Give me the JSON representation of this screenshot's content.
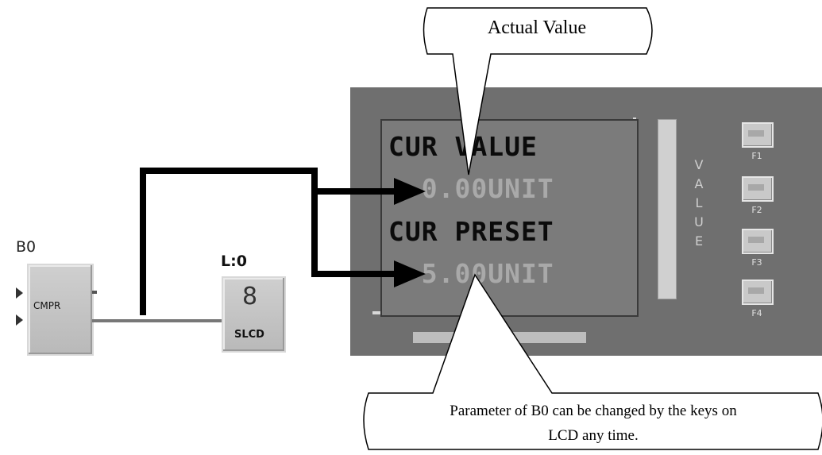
{
  "callouts": {
    "top": "Actual Value",
    "bottom_line1": "Parameter of B0 can be changed by the keys on",
    "bottom_line2": "LCD any time."
  },
  "blocks": {
    "b0": {
      "label": "B0",
      "function": "CMPR"
    },
    "l0": {
      "label": "L:0",
      "digit": "8",
      "function": "SLCD"
    }
  },
  "lcd": {
    "line1": "CUR VALUE",
    "line2": "  0.00UNIT",
    "line3": "CUR PRESET",
    "line4": "  5.00UNIT"
  },
  "side_label": [
    "V",
    "A",
    "L",
    "U",
    "E"
  ],
  "function_keys": [
    {
      "label": "F1"
    },
    {
      "label": "F2"
    },
    {
      "label": "F3"
    },
    {
      "label": "F4"
    }
  ],
  "colors": {
    "panel": "#6f6f6f",
    "screen": "#7b7b7b",
    "block": "#c4c4c4",
    "arrow": "#000000"
  }
}
